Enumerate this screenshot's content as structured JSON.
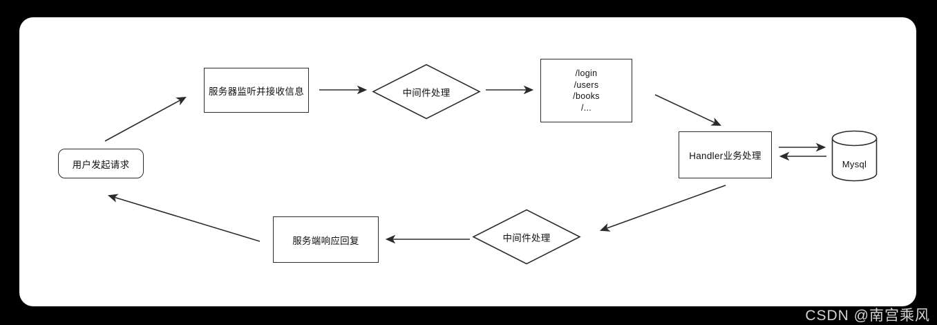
{
  "diagram": {
    "title_hint": "web-server request handling flowchart",
    "colors": {
      "page_bg": "#000000",
      "panel_bg": "#ffffff",
      "stroke": "#2b2b2b",
      "text": "#111111",
      "watermark": "#d4d4d4"
    },
    "nodes": {
      "user_request": {
        "label": "用户发起请求",
        "shape": "rounded-rect"
      },
      "server_listen": {
        "label": "服务器监听并接收信息",
        "shape": "rect"
      },
      "middleware_top": {
        "label": "中间件处理",
        "shape": "diamond"
      },
      "routes": {
        "shape": "rect",
        "lines": [
          "/login",
          "/users",
          "/books",
          "/..."
        ]
      },
      "handler": {
        "label": "Handler业务处理",
        "shape": "rect"
      },
      "database": {
        "label": "Mysql",
        "shape": "cylinder"
      },
      "middleware_bottom": {
        "label": "中间件处理",
        "shape": "diamond"
      },
      "server_response": {
        "label": "服务端响应回复",
        "shape": "rect"
      }
    },
    "edges": [
      "user_request -> server_listen",
      "server_listen -> middleware_top",
      "middleware_top -> routes",
      "routes -> handler",
      "handler -> database",
      "database -> handler",
      "handler -> middleware_bottom",
      "middleware_bottom -> server_response",
      "server_response -> user_request"
    ]
  },
  "watermark": {
    "text": "CSDN @南宫乘风"
  }
}
